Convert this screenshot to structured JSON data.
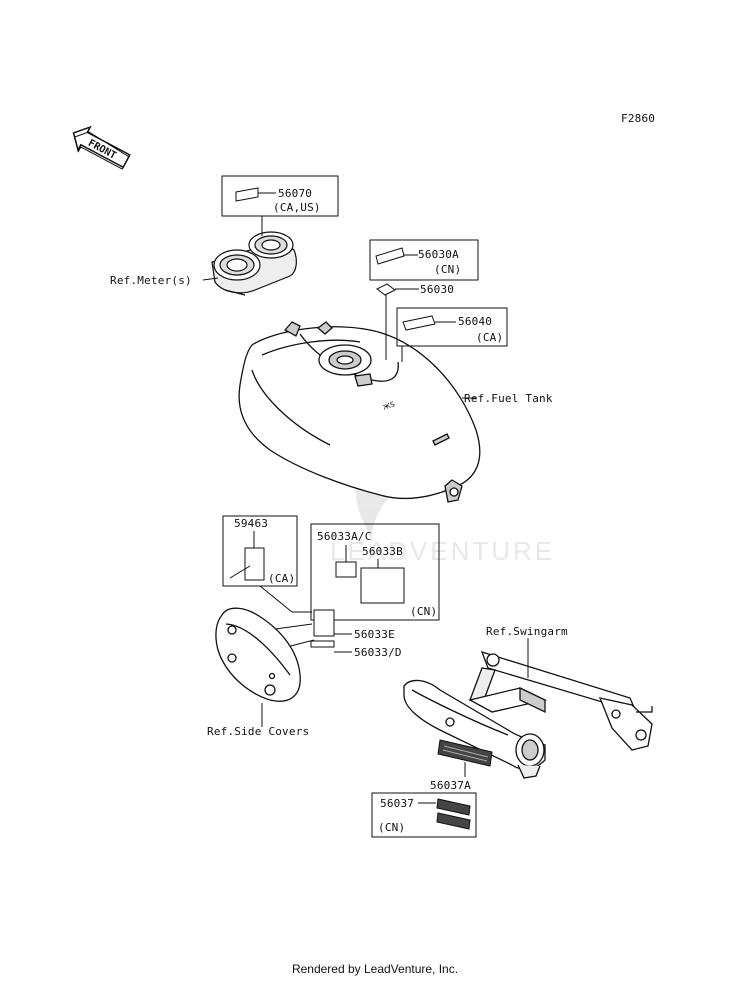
{
  "diagram": {
    "code": "F2860",
    "front_label": "FRONT",
    "watermark": "LEADVENTURE",
    "parts": {
      "p56070": "56070",
      "p56070_note": "(CA,US)",
      "p56030A": "56030A",
      "p56030A_note": "(CN)",
      "p56030": "56030",
      "p56040": "56040",
      "p56040_note": "(CA)",
      "p59463": "59463",
      "p59463_note": "(CA)",
      "p56033AC": "56033A/C",
      "p56033B": "56033B",
      "p56033B_note": "(CN)",
      "p56033E": "56033E",
      "p56033D": "56033/D",
      "p56037A": "56037A",
      "p56037": "56037",
      "p56037_note": "(CN)"
    },
    "refs": {
      "meter": "Ref.Meter(s)",
      "fuel_tank": "Ref.Fuel Tank",
      "swingarm": "Ref.Swingarm",
      "side_covers": "Ref.Side Covers"
    }
  },
  "footer": {
    "credit": "Rendered by LeadVenture, Inc."
  }
}
